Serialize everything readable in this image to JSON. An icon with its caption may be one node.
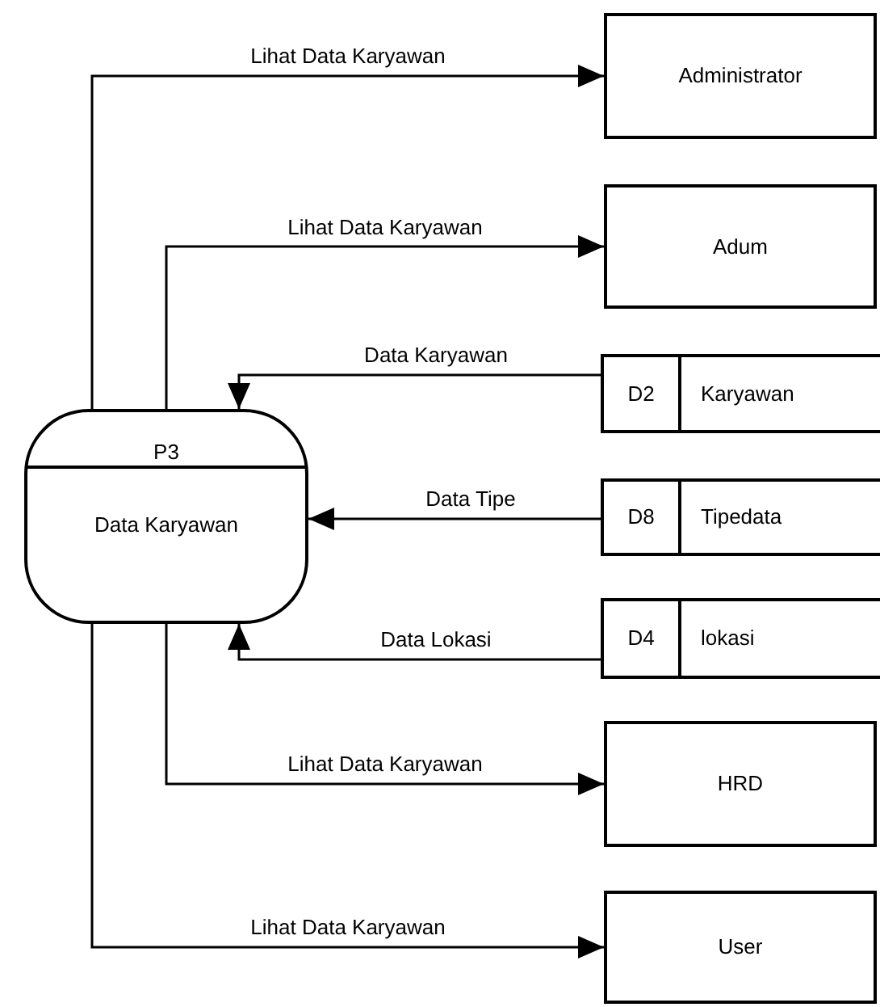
{
  "diagram": {
    "nodes": [
      {
        "text": [
          "P3",
          "Data Karyawan"
        ]
      },
      {
        "text": [
          "Administrator"
        ]
      },
      {
        "text": [
          "Adum"
        ]
      },
      {
        "text": [
          "D2",
          "Karyawan"
        ]
      },
      {
        "text": [
          "D8",
          "Tipedata"
        ]
      },
      {
        "text": [
          "D4",
          "lokasi"
        ]
      },
      {
        "text": [
          "HRD"
        ]
      },
      {
        "text": [
          "User"
        ]
      }
    ],
    "edges": [
      {
        "from": 0,
        "to": 1,
        "arrow": "to",
        "label": "Lihat Data Karyawan"
      },
      {
        "from": 0,
        "to": 2,
        "arrow": "to",
        "label": "Lihat Data Karyawan"
      },
      {
        "from": 3,
        "to": 0,
        "arrow": "to",
        "label": "Data Karyawan"
      },
      {
        "from": 4,
        "to": 0,
        "arrow": "to",
        "label": "Data Tipe"
      },
      {
        "from": 5,
        "to": 0,
        "arrow": "to",
        "label": "Data Lokasi"
      },
      {
        "from": 0,
        "to": 6,
        "arrow": "to",
        "label": "Lihat Data Karyawan"
      },
      {
        "from": 0,
        "to": 7,
        "arrow": "to",
        "label": "Lihat Data Karyawan"
      }
    ]
  }
}
